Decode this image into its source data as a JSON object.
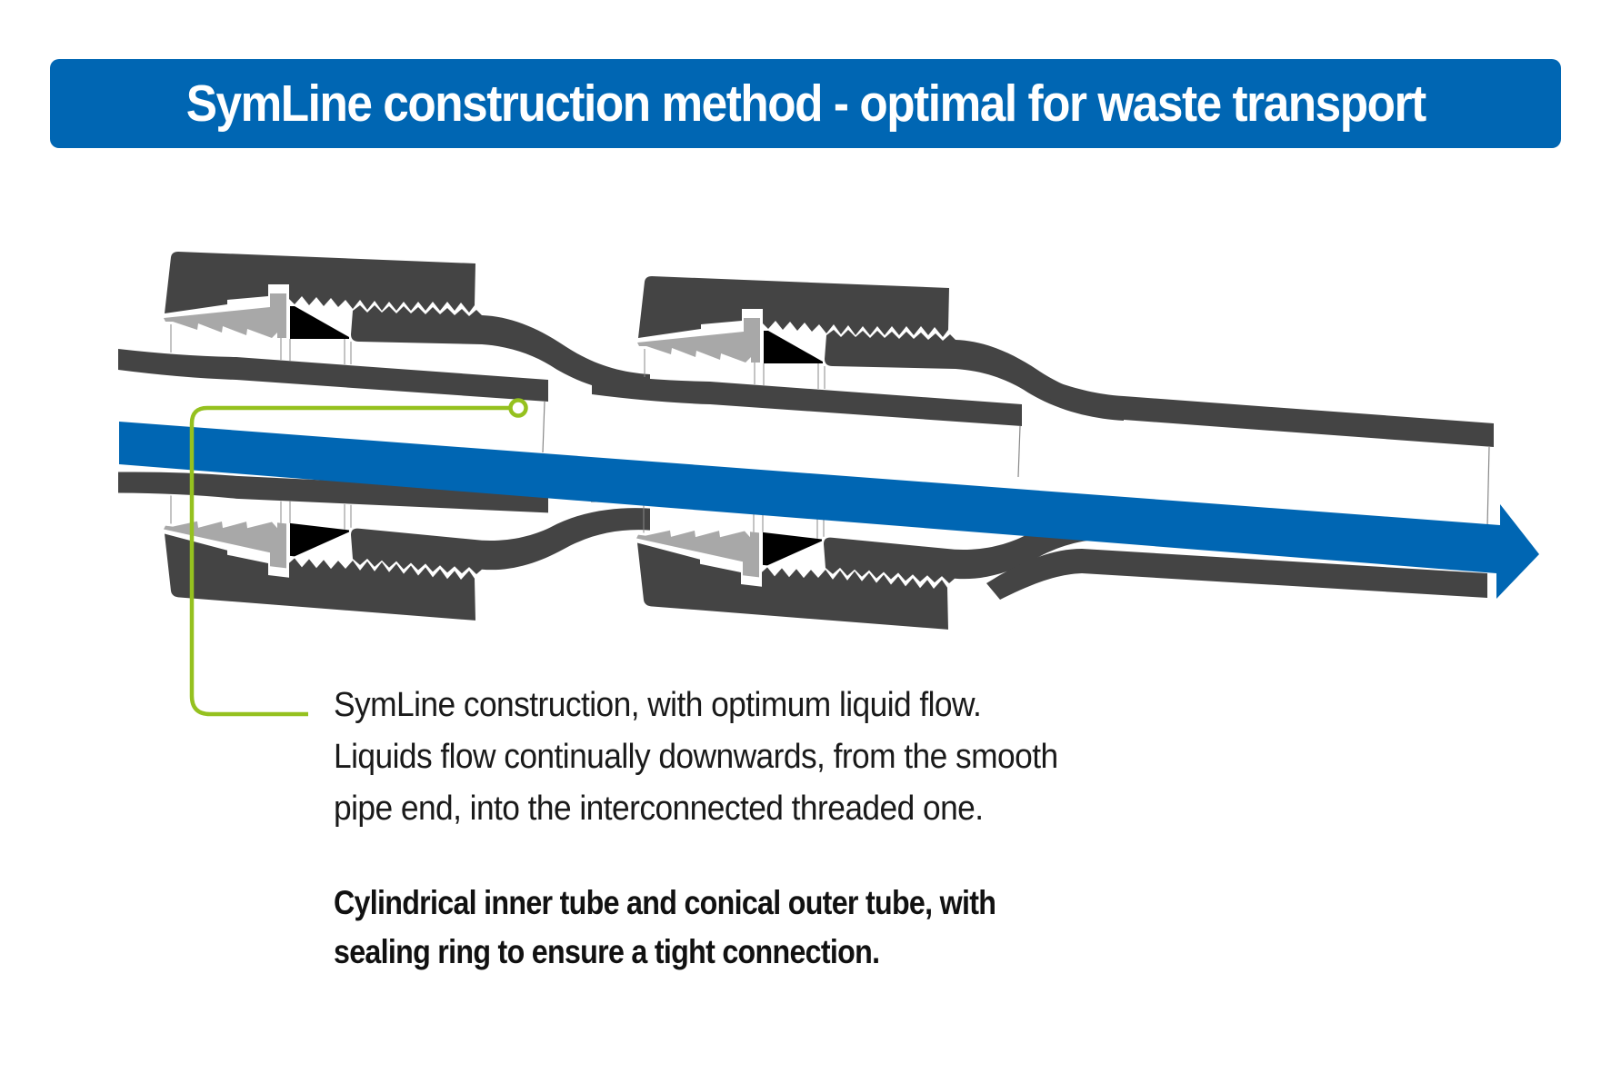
{
  "title": "SymLine construction method - optimal for waste transport",
  "description": {
    "lines": [
      "SymLine construction, with optimum liquid flow.",
      "Liquids flow continually downwards, from the smooth",
      "pipe end, into the interconnected threaded one."
    ]
  },
  "note": {
    "lines": [
      "Cylindrical inner tube and conical outer tube, with",
      "sealing ring to ensure a tight connection."
    ]
  },
  "diagram": {
    "flow_direction": "left-to-right, downward slope",
    "couplings": 2,
    "legend_callout": "flow-arrow",
    "icons": [
      "flow-arrow-icon",
      "callout-dot-icon"
    ]
  },
  "colors": {
    "banner": "#0066b3",
    "banner_text": "#ffffff",
    "pipe": "#444444",
    "seal_ring": "#a8a8a8",
    "seal_wedge": "#000000",
    "flow_arrow": "#0066b3",
    "callout": "#95c11f",
    "text": "#1a1a1a"
  }
}
